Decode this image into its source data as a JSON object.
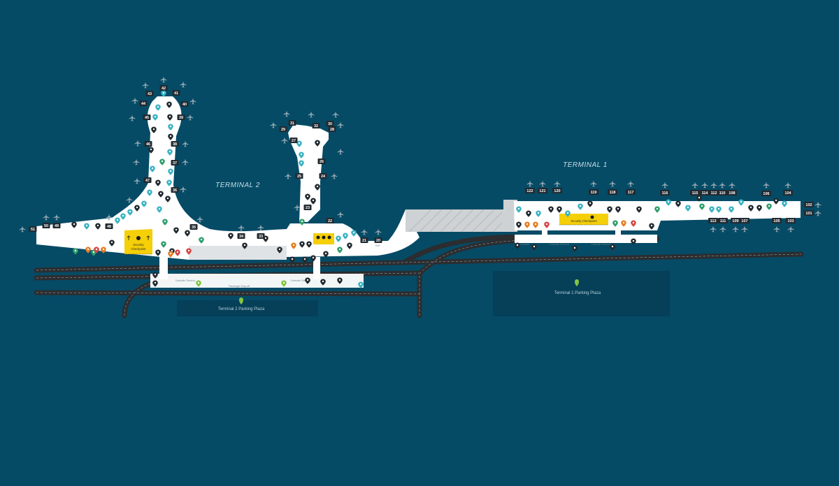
{
  "colors": {
    "background": "#054b66",
    "terminal_floor": "#ffffff",
    "road": "#2b2d30",
    "road_marking": "#b5b5b5",
    "parking_lot": "#063f58",
    "security": "#f5cf07",
    "poi_dark": "#222a30",
    "poi_teal": "#3bb3c3",
    "poi_green": "#2f9e6b",
    "poi_orange": "#e67e22",
    "poi_red": "#d64545",
    "parking_pin": "#84c441",
    "plane": "#98aab3"
  },
  "terminals": {
    "t2_label": "TERMINAL 2",
    "t1_label": "TERMINAL 1"
  },
  "parking": {
    "t2": "Terminal 2 Parking Plaza",
    "t1": "Terminal 1 Parking Plaza"
  },
  "security": {
    "t2_label_1": "Security",
    "t2_label_2": "Checkpoint",
    "t1_label": "Security Checkpoint"
  },
  "roadside": {
    "t2_dropoff": "Passenger Drop-off",
    "t2_curbside_1": "Curbside Check-in",
    "t2_curbside_2": "Curbside Check-in",
    "t1_curbside_1": "Curbside Check-in",
    "t1_curbside_2": "Curbside Check-in",
    "t1_curbside_3": "Curbside",
    "exit": "Exit"
  },
  "gates_t2": [
    "20",
    "21",
    "22",
    "23",
    "24",
    "25",
    "26",
    "27",
    "28",
    "29",
    "30",
    "31",
    "32",
    "33",
    "34",
    "35",
    "36",
    "37",
    "38",
    "39",
    "40",
    "41",
    "42",
    "43",
    "44",
    "45",
    "46",
    "47",
    "48",
    "49",
    "50",
    "51"
  ],
  "gates_t1": [
    "101",
    "102",
    "103",
    "104",
    "105",
    "106",
    "107",
    "108",
    "109",
    "110",
    "111",
    "112",
    "113",
    "114",
    "115",
    "116",
    "117",
    "118",
    "119",
    "120",
    "121",
    "122"
  ],
  "icon_names": [
    "plane-icon",
    "restroom-icon",
    "restaurant-icon",
    "shop-icon",
    "info-icon",
    "escalator-icon",
    "security-icon",
    "parking-pin-icon"
  ]
}
